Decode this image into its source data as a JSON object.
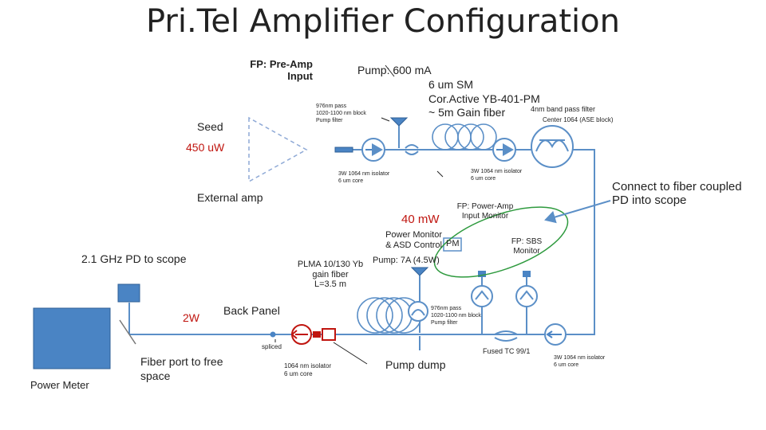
{
  "title": "Pri.Tel Amplifier Configuration",
  "labels": {
    "fp_preamp": "FP: Pre-Amp\nInput",
    "pump600": "Pump: 600 mA",
    "fiber6um": "6 um SM\nCor.Active YB-401-PM\n~ 5m Gain fiber",
    "filter_976_top": "976nm pass\n1020-1100 nm block\nPump filter",
    "bandpass": "4nm band pass filter",
    "bandpass_center": "Center 1064 (ASE block)",
    "seed": "Seed",
    "seed_power": "450 uW",
    "iso1": "3W 1064 nm isolator\n6 um core",
    "iso2": "3W 1064 nm isolator\n6 um core",
    "external_amp": "External amp",
    "connect": "Connect to fiber coupled\nPD into scope",
    "power_40mw": "40 mW",
    "fp_poweramp": "FP: Power-Amp\nInput Monitor",
    "power_monitor": "Power Monitor\n& ASD Control",
    "pm": "PM",
    "fp_sbs": "FP: SBS\nMonitor",
    "pd_scope": "2.1 GHz PD to scope",
    "plma": "PLMA 10/130 Yb\ngain fiber\nL=3.5 m",
    "pump7a": "Pump: 7A (4.5W)",
    "back_panel": "Back Panel",
    "two_w": "2W",
    "filter_976_bottom": "976nm pass\n1020-1100 nm block\nPump filter",
    "spliced": "spliced",
    "fused": "Fused TC 99/1",
    "iso3": "3W 1064 nm isolator\n6 um core",
    "fiber_port": "Fiber port to free\nspace",
    "iso4": "1064 nm isolator\n6 um core",
    "pump_dump": "Pump dump",
    "power_meter": "Power Meter"
  },
  "colors": {
    "fiber": "#5b8fc7",
    "component_fill": "#4a84c4",
    "component_edge": "#2f5f96",
    "red": "#c0150f",
    "green_ellipse": "#2e9a3e",
    "triangle": "#8ea9d6",
    "gray": "#777777"
  }
}
